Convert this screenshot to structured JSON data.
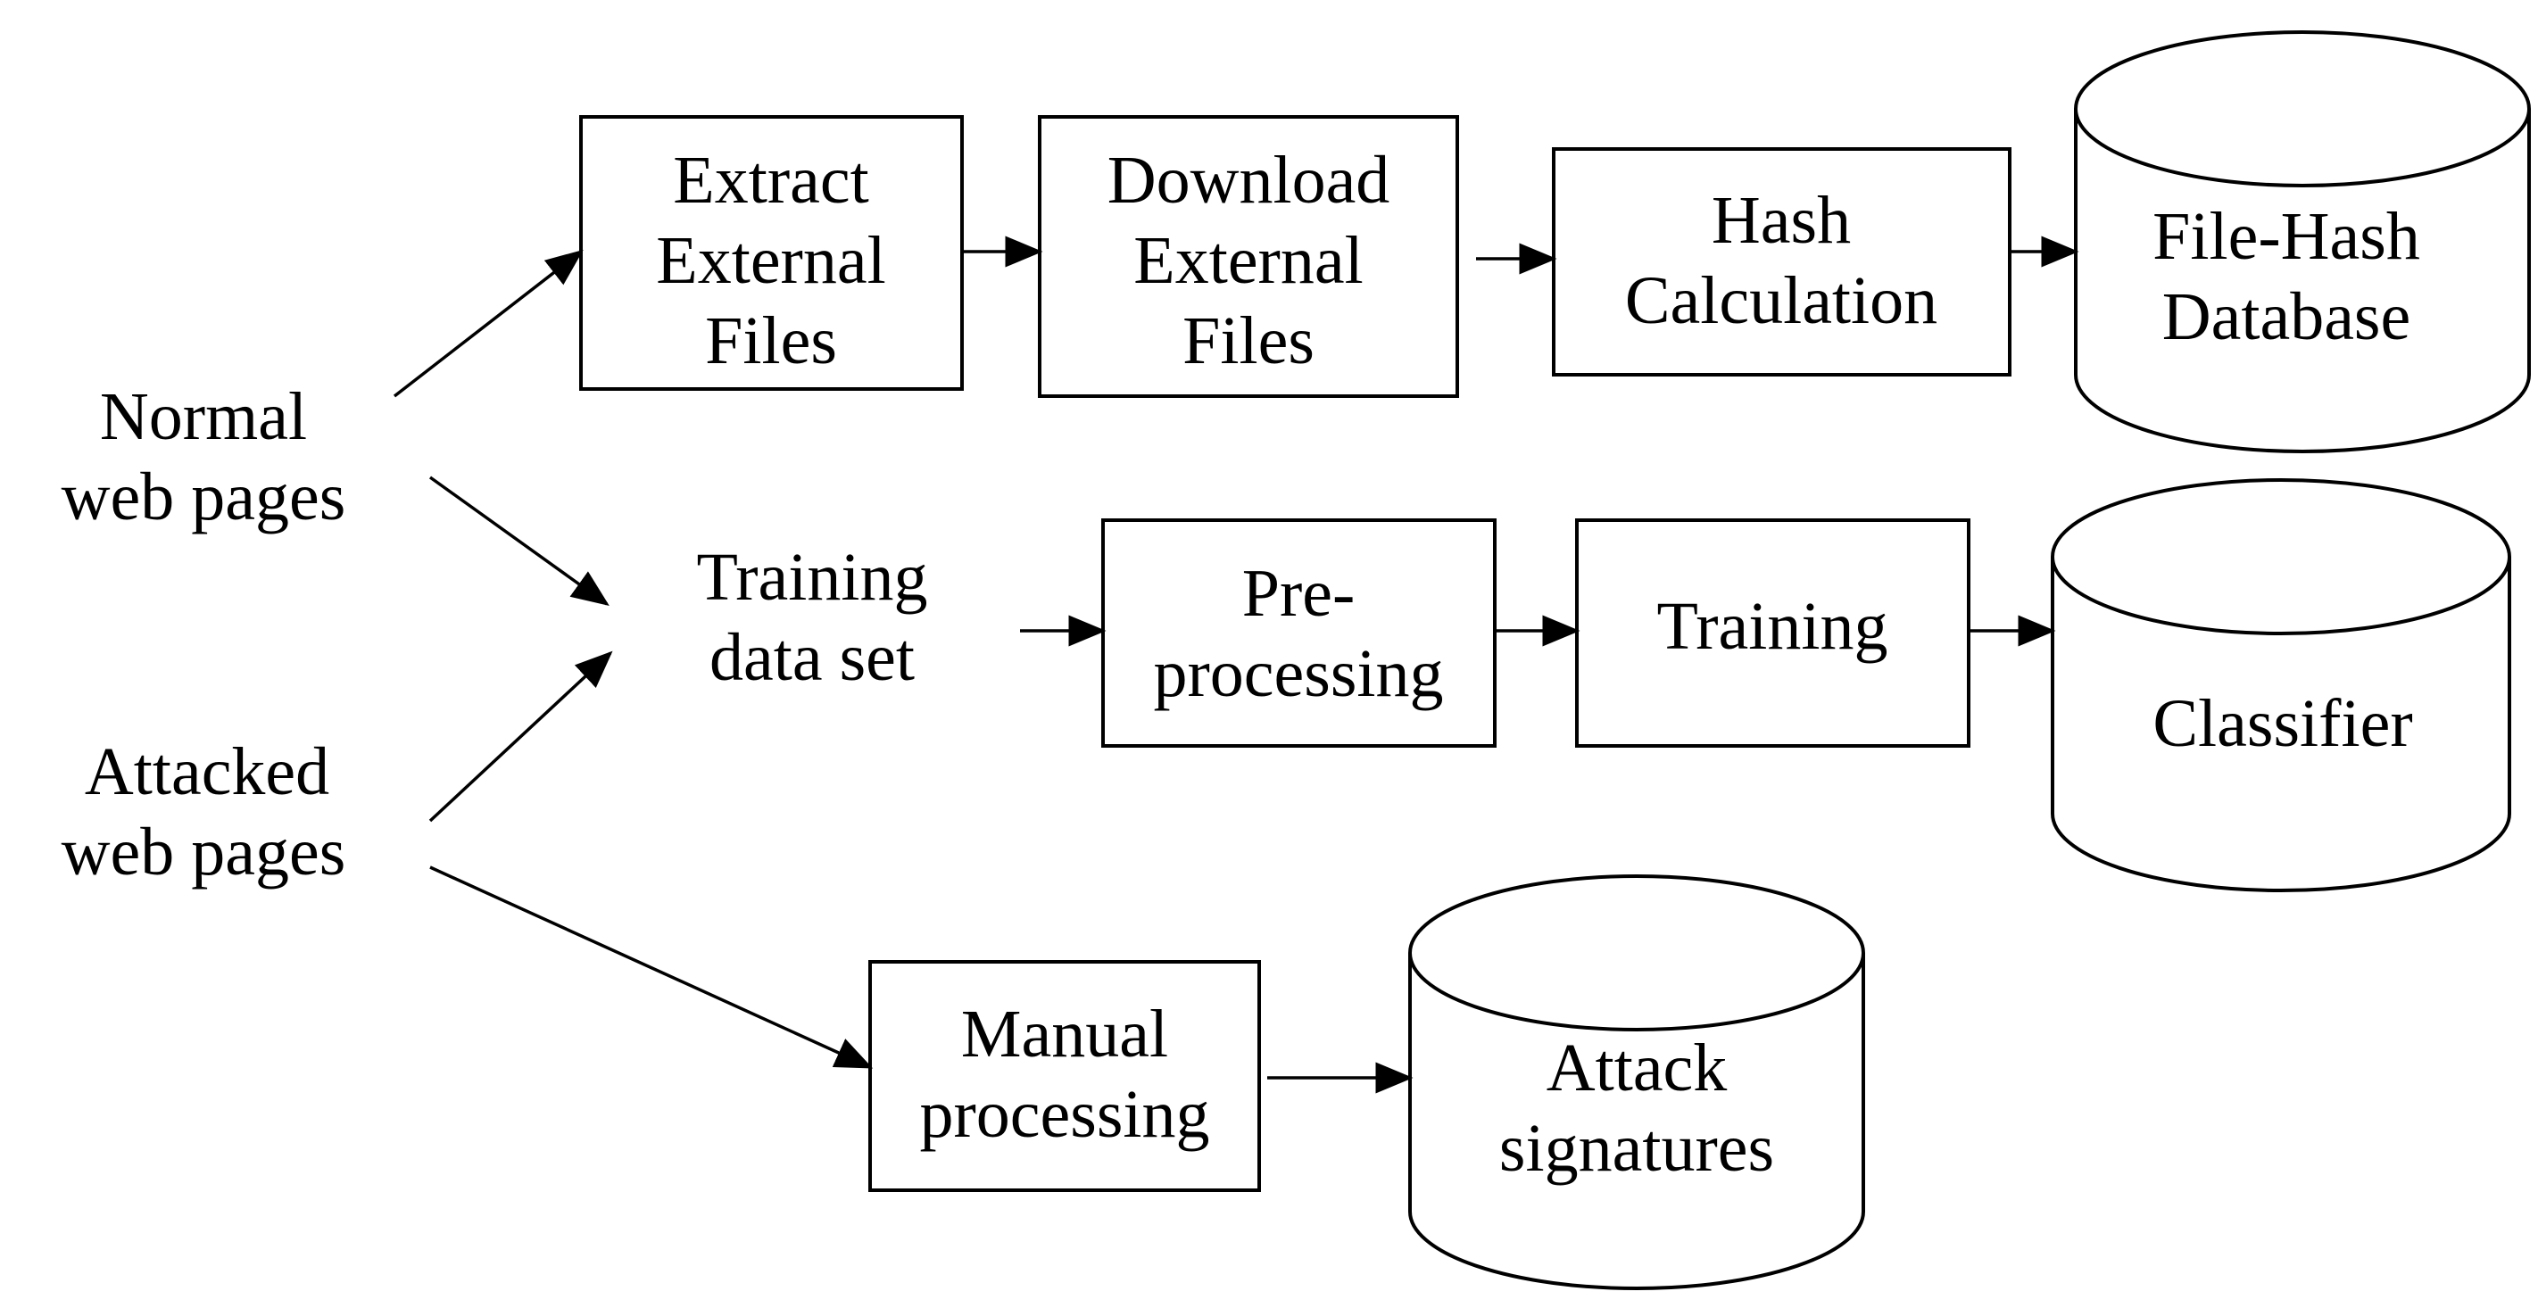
{
  "sources": {
    "normal": [
      "Normal",
      "web pages"
    ],
    "attacked": [
      "Attacked",
      "web pages"
    ]
  },
  "training_data_set": [
    "Training",
    "data set"
  ],
  "boxes": {
    "extract_external_files": [
      "Extract",
      "External",
      "Files"
    ],
    "download_external_files": [
      "Download",
      "External",
      "Files"
    ],
    "hash_calculation": [
      "Hash",
      "Calculation"
    ],
    "pre_processing": [
      "Pre-",
      "processing"
    ],
    "training": [
      "Training"
    ],
    "manual_processing": [
      "Manual",
      "processing"
    ]
  },
  "databases": {
    "file_hash_database": [
      "File-Hash",
      "Database"
    ],
    "classifier": [
      "Classifier"
    ],
    "attack_signatures": [
      "Attack",
      "signatures"
    ]
  }
}
